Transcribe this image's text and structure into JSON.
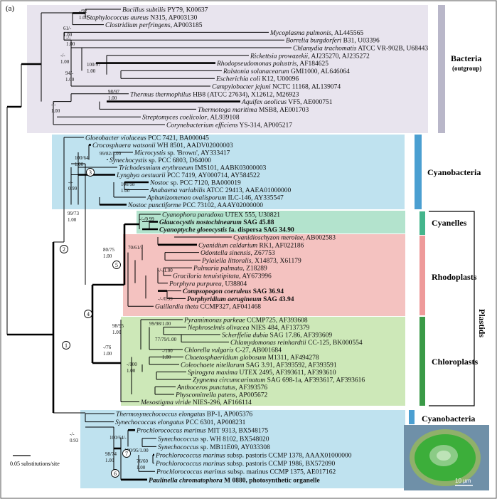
{
  "panel_label": "(a)",
  "scale_bar_label": "0.05 substitutions/site",
  "micro_scale_label": "10 µm",
  "colors": {
    "bacteria_bg": "#e8e4ee",
    "cyano_bg": "#bfe2ef",
    "cyanelle_bg": "#b3e3cd",
    "rhodo_bg": "#f4c2c0",
    "chloro_bg": "#cde8b8",
    "bar_bacteria": "#b9b7c9",
    "bar_cyano": "#4b9fd1",
    "bar_cyanelle": "#44b58c",
    "bar_rhodo": "#ee9a9a",
    "bar_chloro": "#3a9a47"
  },
  "groups": {
    "bacteria": "Bacteria",
    "bacteria_sub": "(outgroup)",
    "cyano_top": "Cyanobacteria",
    "cyanelles": "Cyanelles",
    "rhodoplasts": "Rhodoplasts",
    "chloroplasts": "Chloroplasts",
    "plastids": "Plastids",
    "cyano_bottom": "Cyanobacteria"
  },
  "taxa": [
    {
      "sp": "Bacillus subtilis",
      "rest": " PY79, K00637"
    },
    {
      "sp": "Staphylococcus aureus",
      "rest": " N315, AP003130"
    },
    {
      "sp": "Clostridium perfringens",
      "rest": ", AP003185"
    },
    {
      "sp": "Mycoplasma pulmonis",
      "rest": ", AL445565"
    },
    {
      "sp": "Borrelia burgdorferi",
      "rest": " B31, U03396"
    },
    {
      "sp": "Chlamydia trachomatis",
      "rest": " ATCC VR-902B, U68443"
    },
    {
      "sp": "Rickettsia prowazekii",
      "rest": ", AJ235270, AJ235272"
    },
    {
      "sp": "Rhodopseudomonas palustris",
      "rest": ", AF184625"
    },
    {
      "sp": "Ralstonia solanacearum",
      "rest": " GMI1000, AL646064"
    },
    {
      "sp": "Escherichia coli",
      "rest": " K12, U00096"
    },
    {
      "sp": "Campylobacter jejuni",
      "rest": " NCTC 11168, AL139074"
    },
    {
      "sp": "Thermus thermophilus",
      "rest": " HB8 (ATCC 27634), X12612, M26923"
    },
    {
      "sp": "Aquifex aeolicus",
      "rest": " VF5, AE000751"
    },
    {
      "sp": "Thermotoga maritima",
      "rest": " MSB8, AE001703"
    },
    {
      "sp": "Streptomyces coelicolor",
      "rest": ", AL939108"
    },
    {
      "sp": "Corynebacterium efficiens",
      "rest": " YS-314, AP005217"
    },
    {
      "sp": "Gloeobacter violaceus",
      "rest": " PCC 7421, BA000045"
    },
    {
      "sp": "Crocosphaera watsonii",
      "rest": " WH 8501, AADV02000003"
    },
    {
      "sp": "Microcystis",
      "rest": " sp. 'Brown', AY333417"
    },
    {
      "sp": "Synechocystis",
      "rest": " sp. PCC 6803, D64000"
    },
    {
      "sp": "Trichodesmium erythraeum",
      "rest": " IMS101, AABK03000003"
    },
    {
      "sp": "Lyngbya aestuarii",
      "rest": " PCC 7419, AY000714, AY584522"
    },
    {
      "sp": "Nostoc",
      "rest": " sp. PCC 7120, BA000019"
    },
    {
      "sp": "Anabaena variabilis",
      "rest": " ATCC 29413, AAEA01000000"
    },
    {
      "sp": "Aphanizomenon ovalisporum",
      "rest": " ILC-146, AY335547"
    },
    {
      "sp": "Nostoc punctiforme",
      "rest": " PCC 73102, AAAY02000000"
    },
    {
      "sp": "Cyanophora paradoxa",
      "rest": " UTEX 555, U30821"
    },
    {
      "sp": "Glaucocystis nostochinearum",
      "rest": " SAG 45.88",
      "bold": true
    },
    {
      "sp": "Cyanoptyche gloeocystis",
      "rest": " fa. dispersa SAG 34.90",
      "bold": true
    },
    {
      "sp": "Cyanidioschyzon merolae",
      "rest": ", AB002583"
    },
    {
      "sp": "Cyanidium caldarium",
      "rest": " RK1, AF022186"
    },
    {
      "sp": "Odontella sinensis",
      "rest": ", Z67753"
    },
    {
      "sp": "Pylaiella littoralis",
      "rest": ", X14873, X61179"
    },
    {
      "sp": "Palmaria palmata",
      "rest": ", Z18289"
    },
    {
      "sp": "Gracilaria tenuistipitata",
      "rest": ", AY673996"
    },
    {
      "sp": "Porphyra purpurea",
      "rest": ", U38804"
    },
    {
      "sp": "Compsopogon coeruleus",
      "rest": " SAG 36.94",
      "bold": true
    },
    {
      "sp": "Porphyridium aerugineum",
      "rest": " SAG 43.94",
      "bold": true
    },
    {
      "sp": "Guillardia theta",
      "rest": " CCMP327, AF041468"
    },
    {
      "sp": "Pyramimonas parkeae",
      "rest": " CCMP725, AF393608"
    },
    {
      "sp": "Nephroselmis olivacea",
      "rest": " NIES 484, AF137379"
    },
    {
      "sp": "Scherffelia dubia",
      "rest": " SAG 17.86, AF393609"
    },
    {
      "sp": "Chlamydomonas reinhardtii",
      "rest": " CC-125, BK000554"
    },
    {
      "sp": "Chlorella vulgaris",
      "rest": " C-27, AB001684"
    },
    {
      "sp": "Chaetosphaeridium globosum",
      "rest": " M1311, AF494278"
    },
    {
      "sp": "Coleochaete nitellarum",
      "rest": " SAG 3.91, AF393592, AF393591"
    },
    {
      "sp": "Spirogyra maxima",
      "rest": " UTEX 2495, AF393611, AF393610"
    },
    {
      "sp": "Zygnema circumcarinatum",
      "rest": " SAG 698-1a, AF393617, AF393616"
    },
    {
      "sp": "Anthoceros punctatus",
      "rest": ", AF393576"
    },
    {
      "sp": "Physcomitrella patens",
      "rest": ", AP005672"
    },
    {
      "sp": "Mesostigma viride",
      "rest": " NIES-296, AF166114"
    },
    {
      "sp": "Thermosynechococcus elongatus",
      "rest": " BP-1, AP005376"
    },
    {
      "sp": "Synechococcus elongatus",
      "rest": " PCC 6301, AP008231"
    },
    {
      "sp": "Prochlorococcus marinus",
      "rest": " MIT 9313, BX548175"
    },
    {
      "sp": "Synechococcus",
      "rest": " sp. WH 8102, BX548020"
    },
    {
      "sp": "Synechococcus",
      "rest": " sp. MB11E09, AY033308"
    },
    {
      "sp": "Prochlorococcus marinus",
      "rest": " subsp. pastoris CCMP 1378, AAAX01000000"
    },
    {
      "sp": "Prochlorococcus marinus",
      "rest": " subsp. pastoris CCMP 1986, BX572090"
    },
    {
      "sp": "Prochlorococcus marinus",
      "rest": " subsp. marinus CCMP 1375, AE017162"
    },
    {
      "sp": "Paulinella chromatophora",
      "rest": " M 0880, photosynthetic organelle",
      "bold": true
    }
  ],
  "support": [
    "-/92",
    "1.00",
    "-/-",
    "1.00",
    "61/-",
    "1.00",
    "-/-",
    "1.00",
    "100/97",
    "1.00",
    "94/-",
    "1.00",
    "-/-",
    "1.00",
    "98/97",
    "1.00",
    "100/64",
    "1.00",
    "99/82/1.00",
    "-/-",
    "0.99",
    "100/98",
    "1.00",
    "-/-/0.99",
    "99/73",
    "1.00",
    "80/75",
    "1.00",
    "70/61/-",
    "-/-/1.00",
    "-/-/0.99",
    "98/95",
    "1.00",
    "99/98/1.00",
    "77/79/1.00",
    "-/76",
    "1.00",
    "-/100",
    "1.00",
    "-/100",
    "1.00",
    "-/-",
    "0.93",
    "100/64/-",
    "100/95/1.00",
    "98/74",
    "1.00",
    "76/60",
    "1.00"
  ],
  "node_numbers": [
    "1",
    "2",
    "3",
    "4",
    "5",
    "6",
    "7"
  ]
}
